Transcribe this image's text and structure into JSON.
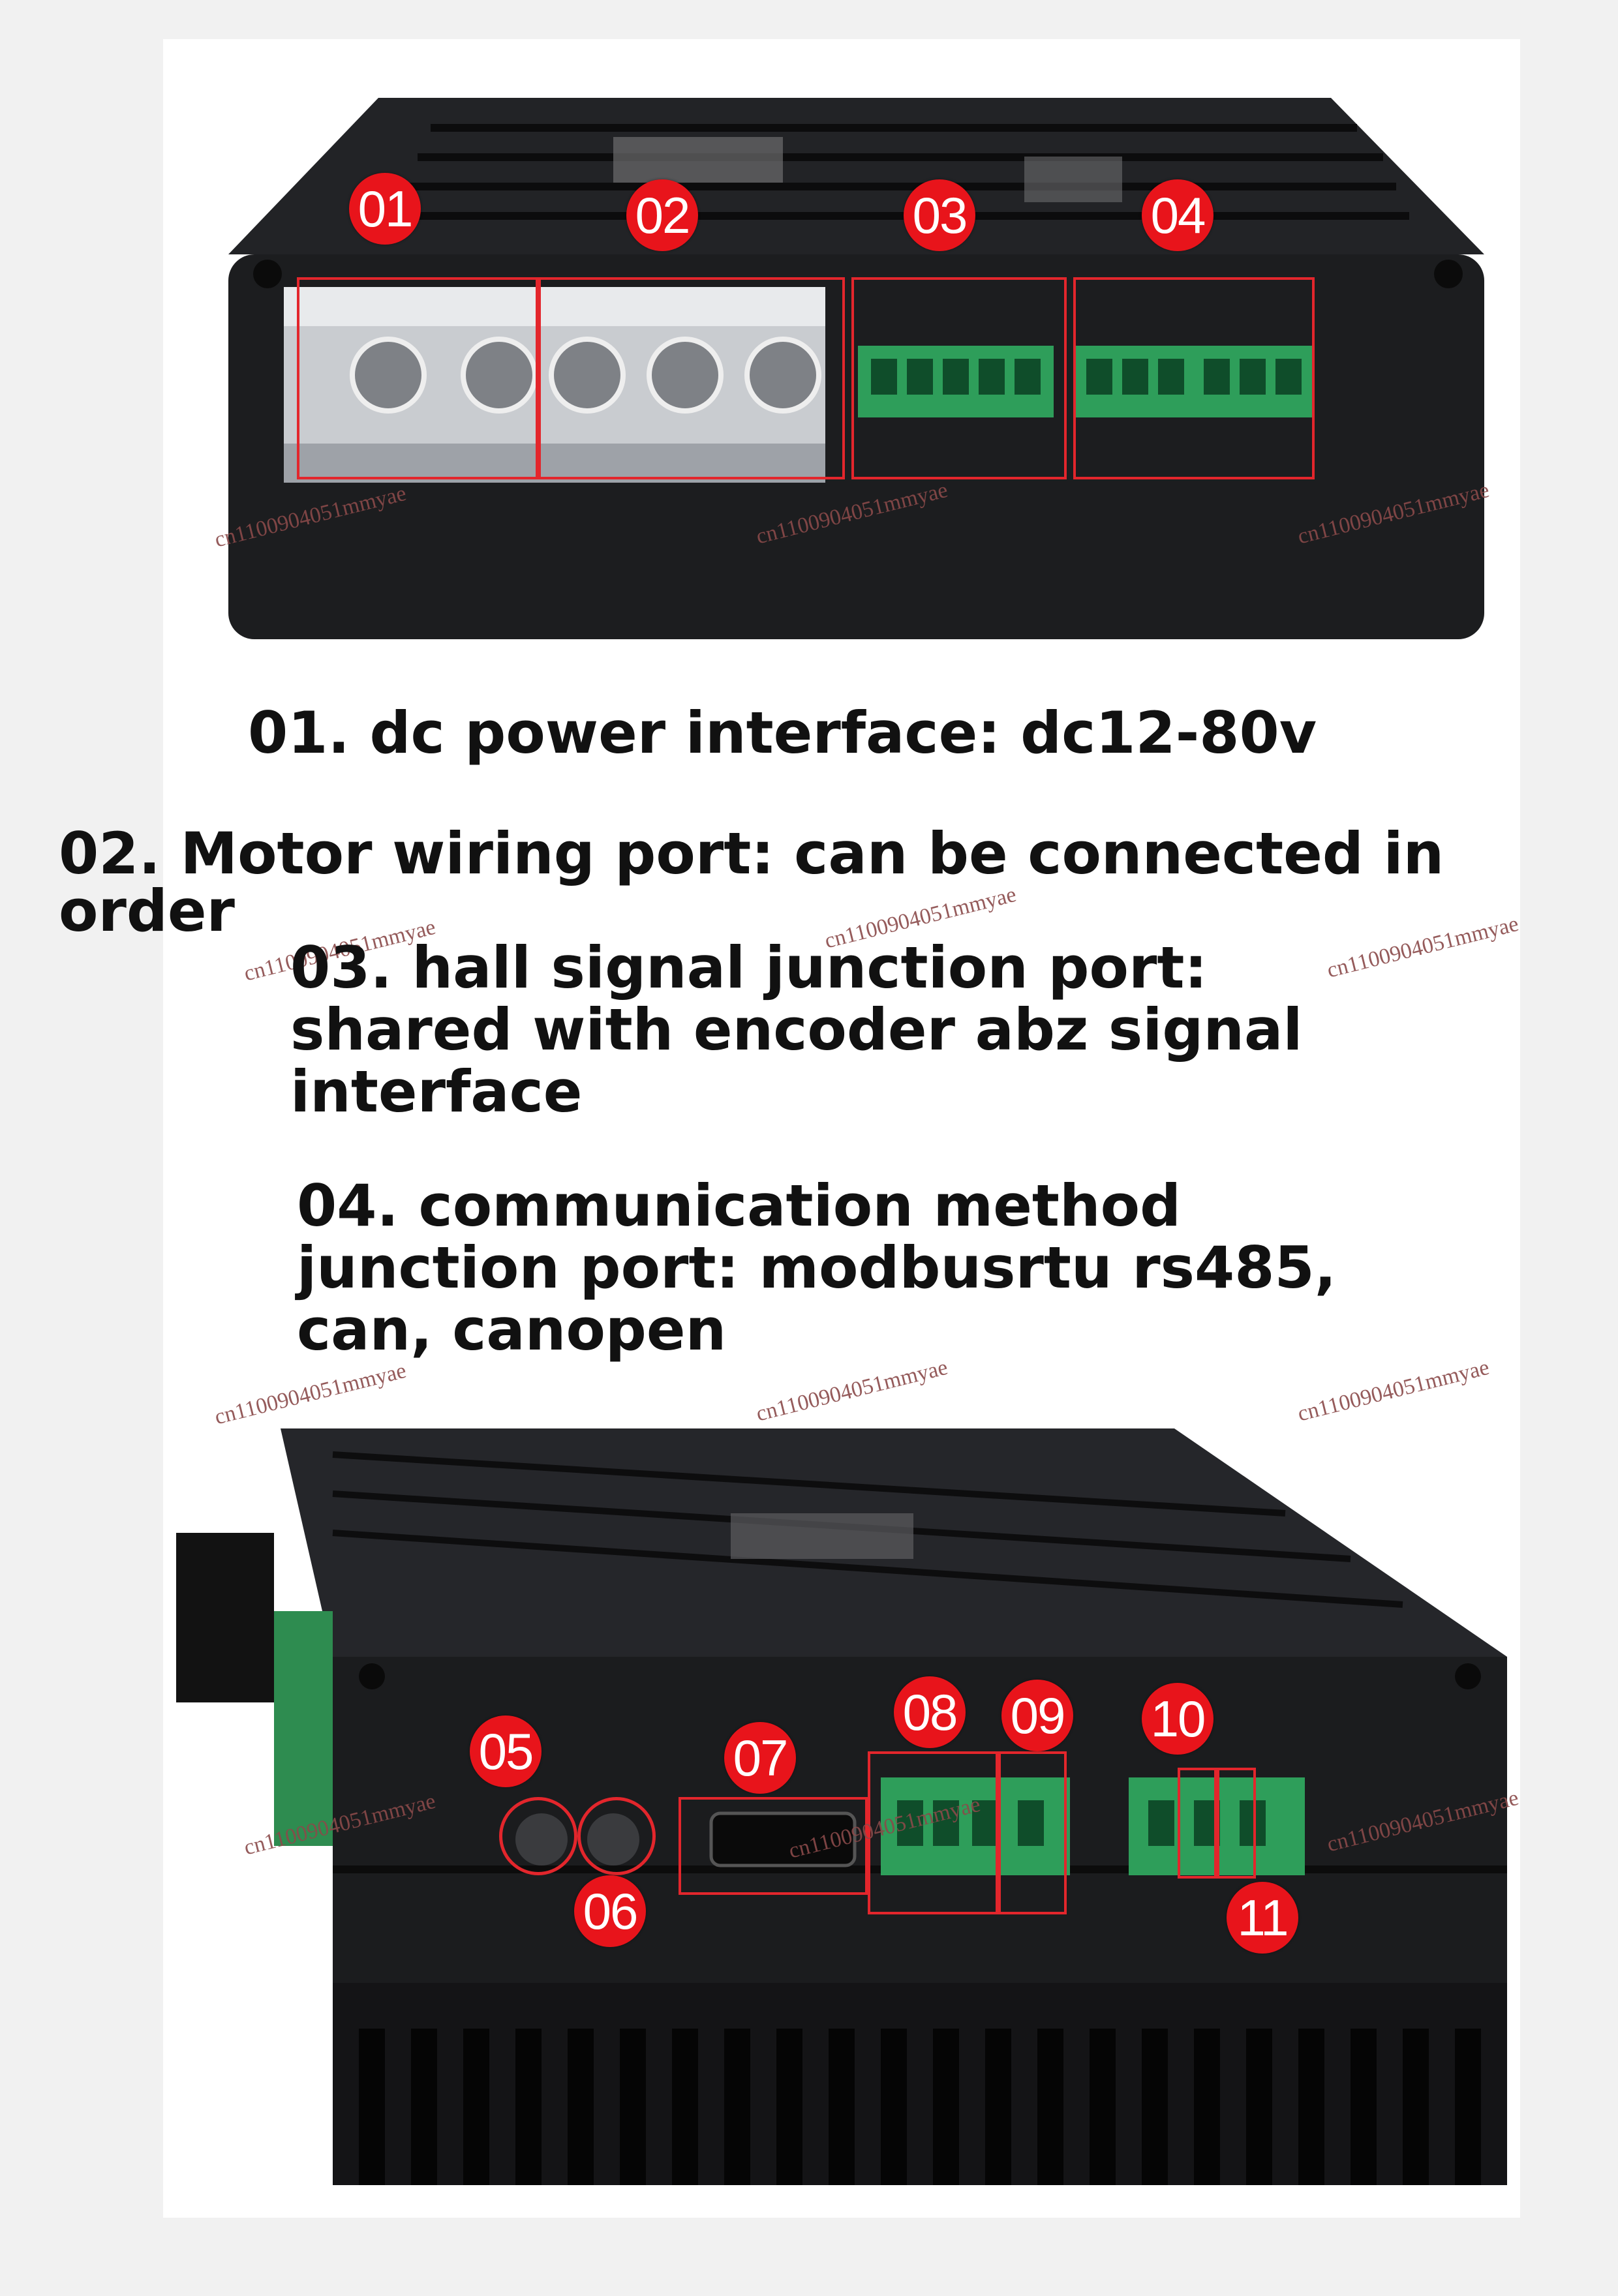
{
  "markers": {
    "m01": "01",
    "m02": "02",
    "m03": "03",
    "m04": "04",
    "m05": "05",
    "m06": "06",
    "m07": "07",
    "m08": "08",
    "m09": "09",
    "m10": "10",
    "m11": "11"
  },
  "captions": {
    "c01": "01. dc power interface: dc12-80v",
    "c02": "02. Motor wiring port: can be connected in order",
    "c03_l1": "03. hall signal junction port:",
    "c03_l2": "shared with encoder abz signal",
    "c03_l3": "interface",
    "c04_l1": "04. communication method",
    "c04_l2": "junction port: modbusrtu rs485,",
    "c04_l3": "can, canopen"
  },
  "watermark": "cn1100904051mmyae",
  "colors": {
    "marker": "#e8141b",
    "highlight_box": "#e3262c",
    "device": "#1c1d1f",
    "terminal": "#2e9e5a"
  }
}
